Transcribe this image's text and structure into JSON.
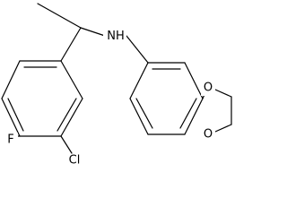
{
  "molecule": {
    "atoms": {
      "n": {
        "label": "NH"
      },
      "f": {
        "label": "F"
      },
      "cl": {
        "label": "Cl"
      },
      "o1": {
        "label": "O"
      },
      "o2": {
        "label": "O"
      }
    }
  },
  "colors": {
    "bond": "#000000",
    "background": "#ffffff"
  }
}
